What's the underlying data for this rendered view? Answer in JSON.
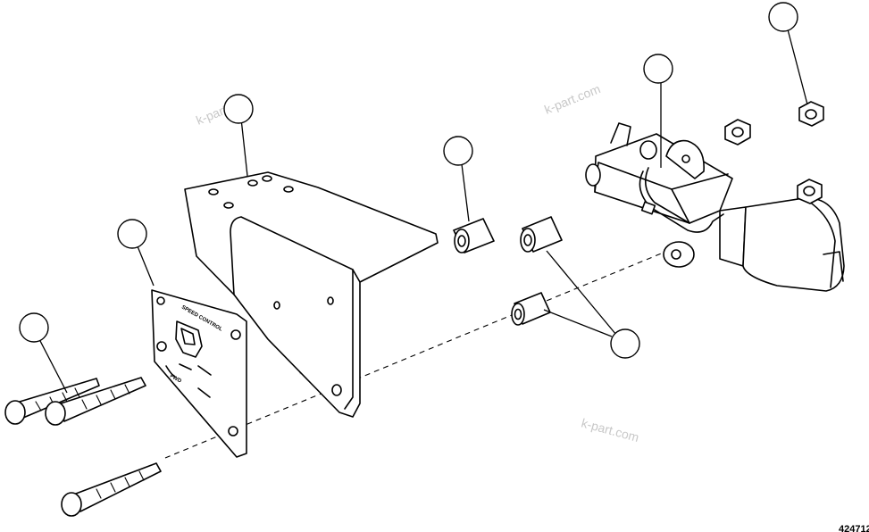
{
  "diagram": {
    "reference_code": "424712",
    "watermark": "k-part.com",
    "plate_labels": {
      "top": "SPEED CONTROL",
      "bottom": "FWD"
    },
    "callouts": [
      {
        "id": "callout-bracket",
        "label": ""
      },
      {
        "id": "callout-plate",
        "label": ""
      },
      {
        "id": "callout-bolts",
        "label": ""
      },
      {
        "id": "callout-spacer",
        "label": ""
      },
      {
        "id": "callout-bushings",
        "label": ""
      },
      {
        "id": "callout-switch-assembly",
        "label": ""
      },
      {
        "id": "callout-nut",
        "label": ""
      }
    ]
  }
}
